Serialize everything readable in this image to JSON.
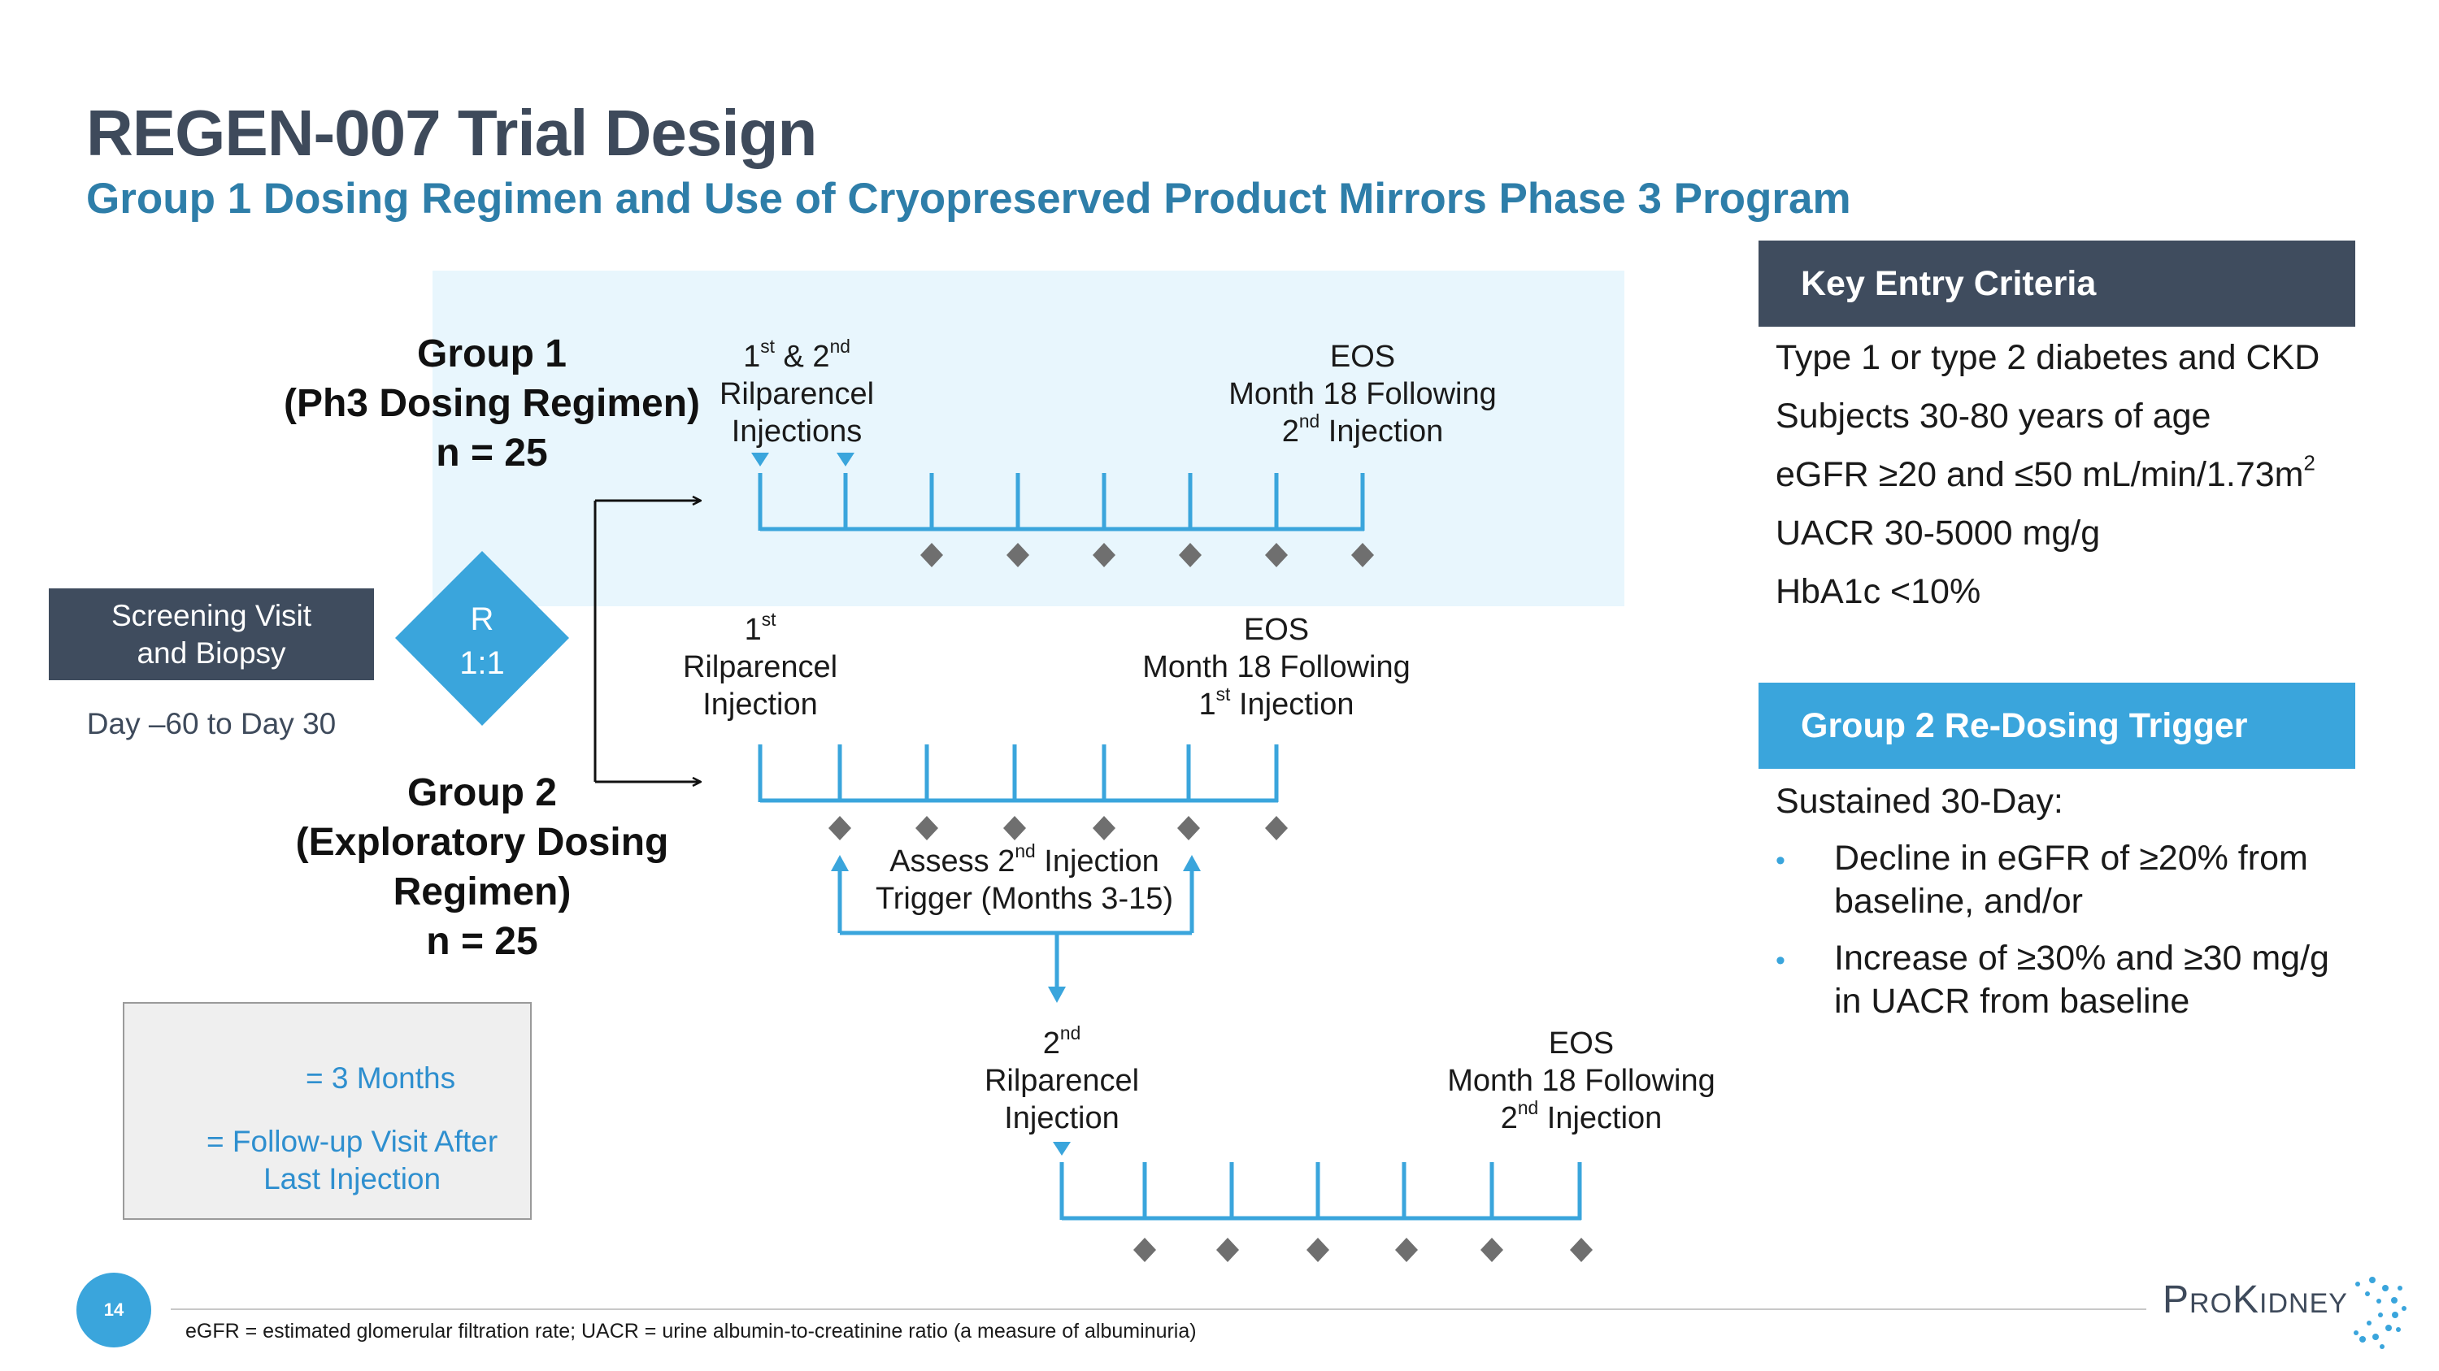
{
  "header": {
    "title": "REGEN-007 Trial Design",
    "subtitle": "Group 1 Dosing Regimen and Use of Cryopreserved Product Mirrors Phase 3 Program"
  },
  "screening": {
    "label_line1": "Screening Visit",
    "label_line2": "and Biopsy",
    "day_range": "Day –60 to Day 30"
  },
  "randomization": {
    "line1": "R",
    "line2": "1:1"
  },
  "group1": {
    "name": "Group 1",
    "regimen": "(Ph3 Dosing Regimen)",
    "n": "n = 25",
    "injection_label": {
      "ord1": "1",
      "sup1": "st",
      "amp": " & 2",
      "sup2": "nd",
      "line2": "Rilparencel",
      "line3": "Injections"
    },
    "eos_label": {
      "line1": "EOS",
      "line2": "Month 18 Following",
      "ord": "2",
      "sup": "nd",
      "rest": " Injection"
    }
  },
  "group2": {
    "name": "Group 2",
    "regimen_line1": "(Exploratory Dosing",
    "regimen_line2": "Regimen)",
    "n": "n = 25",
    "injection_label": {
      "ord": "1",
      "sup": "st",
      "line2": "Rilparencel",
      "line3": "Injection"
    },
    "eos_label": {
      "line1": "EOS",
      "line2": "Month 18 Following",
      "ord": "1",
      "sup": "st",
      "rest": " Injection"
    },
    "assess_label": {
      "pre": "Assess 2",
      "sup": "nd",
      "post": " Injection",
      "line2": "Trigger (Months 3-15)"
    }
  },
  "second_injection": {
    "injection_label": {
      "ord": "2",
      "sup": "nd",
      "line2": "Rilparencel",
      "line3": "Injection"
    },
    "eos_label": {
      "line1": "EOS",
      "line2": "Month 18 Following",
      "ord": "2",
      "sup": "nd",
      "rest": " Injection"
    }
  },
  "legend": {
    "bracket_text": "= 3 Months",
    "diamond_line1": "= Follow-up Visit After",
    "diamond_line2": "Last Injection"
  },
  "key_entry_criteria": {
    "heading": "Key Entry Criteria",
    "items": [
      "Type 1 or type 2 diabetes and CKD",
      "Subjects 30-80 years of age",
      "eGFR ≥20 and ≤50 mL/min/1.73m",
      "UACR 30-5000 mg/g",
      "HbA1c <10%"
    ],
    "egfr_sup": "2"
  },
  "redosing_trigger": {
    "heading": "Group 2 Re-Dosing Trigger",
    "intro": "Sustained 30-Day:",
    "bullets": [
      "Decline in eGFR of ≥20% from baseline, and/or",
      "Increase of ≥30% and ≥30 mg/g in UACR from baseline"
    ]
  },
  "footer": {
    "page_number": "14",
    "footnote": "eGFR = estimated glomerular filtration rate; UACR = urine albumin-to-creatinine ratio (a measure of albuminuria)",
    "logo_text": "ProKidney"
  },
  "colors": {
    "dark_slate": "#3f4c5e",
    "accent_blue": "#3aa5dc",
    "title_blue": "#2e7ea9",
    "highlight": "#e8f6fd",
    "diamond_gray": "#6f6f6f"
  },
  "icons": [
    "injection-marker-icon",
    "follow-up-diamond-icon",
    "arrow-right-icon",
    "arrow-up-icon",
    "arrow-down-icon",
    "logo-dots-icon"
  ]
}
